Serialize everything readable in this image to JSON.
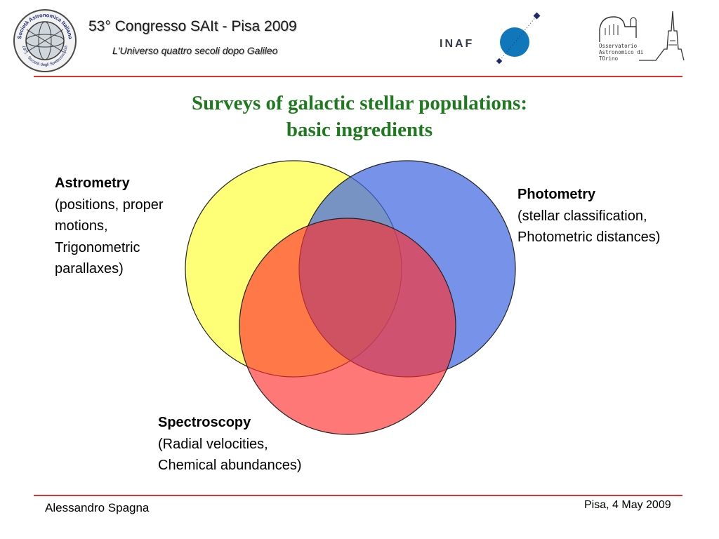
{
  "header": {
    "conference_title": "53° Congresso SAIt - Pisa 2009",
    "conference_subtitle": "L'Universo quattro secoli dopo Galileo",
    "sait_logo": {
      "top_text": "Società Astronomica Italiana",
      "bottom_text": "1871 · Società degli Spettroscopisti"
    },
    "inaf_logo_text": "INAF",
    "oato_logo_text": "Osservatorio\nAstronomico di\nTOrino"
  },
  "colors": {
    "rule": "#e03030",
    "title": "#1f7a1f",
    "astrometry": "#ffff55",
    "photometry": "#4169e1",
    "spectroscopy": "#ff3030",
    "inaf_blue": "#1177bb",
    "inaf_navy": "#1a2a6a"
  },
  "slide": {
    "title_line1": "Surveys of galactic stellar populations:",
    "title_line2": "basic ingredients"
  },
  "venn": {
    "astrometry": {
      "head": "Astrometry",
      "lines": [
        "(positions, proper",
        "motions,",
        "Trigonometric",
        "parallaxes)"
      ]
    },
    "photometry": {
      "head": "Photometry",
      "lines": [
        "(stellar classification,",
        "Photometric distances)"
      ]
    },
    "spectroscopy": {
      "head": "Spectroscopy",
      "lines": [
        "(Radial velocities,",
        "Chemical abundances)"
      ]
    }
  },
  "footer": {
    "author": "Alessandro Spagna",
    "place_date": "Pisa, 4 May 2009"
  }
}
